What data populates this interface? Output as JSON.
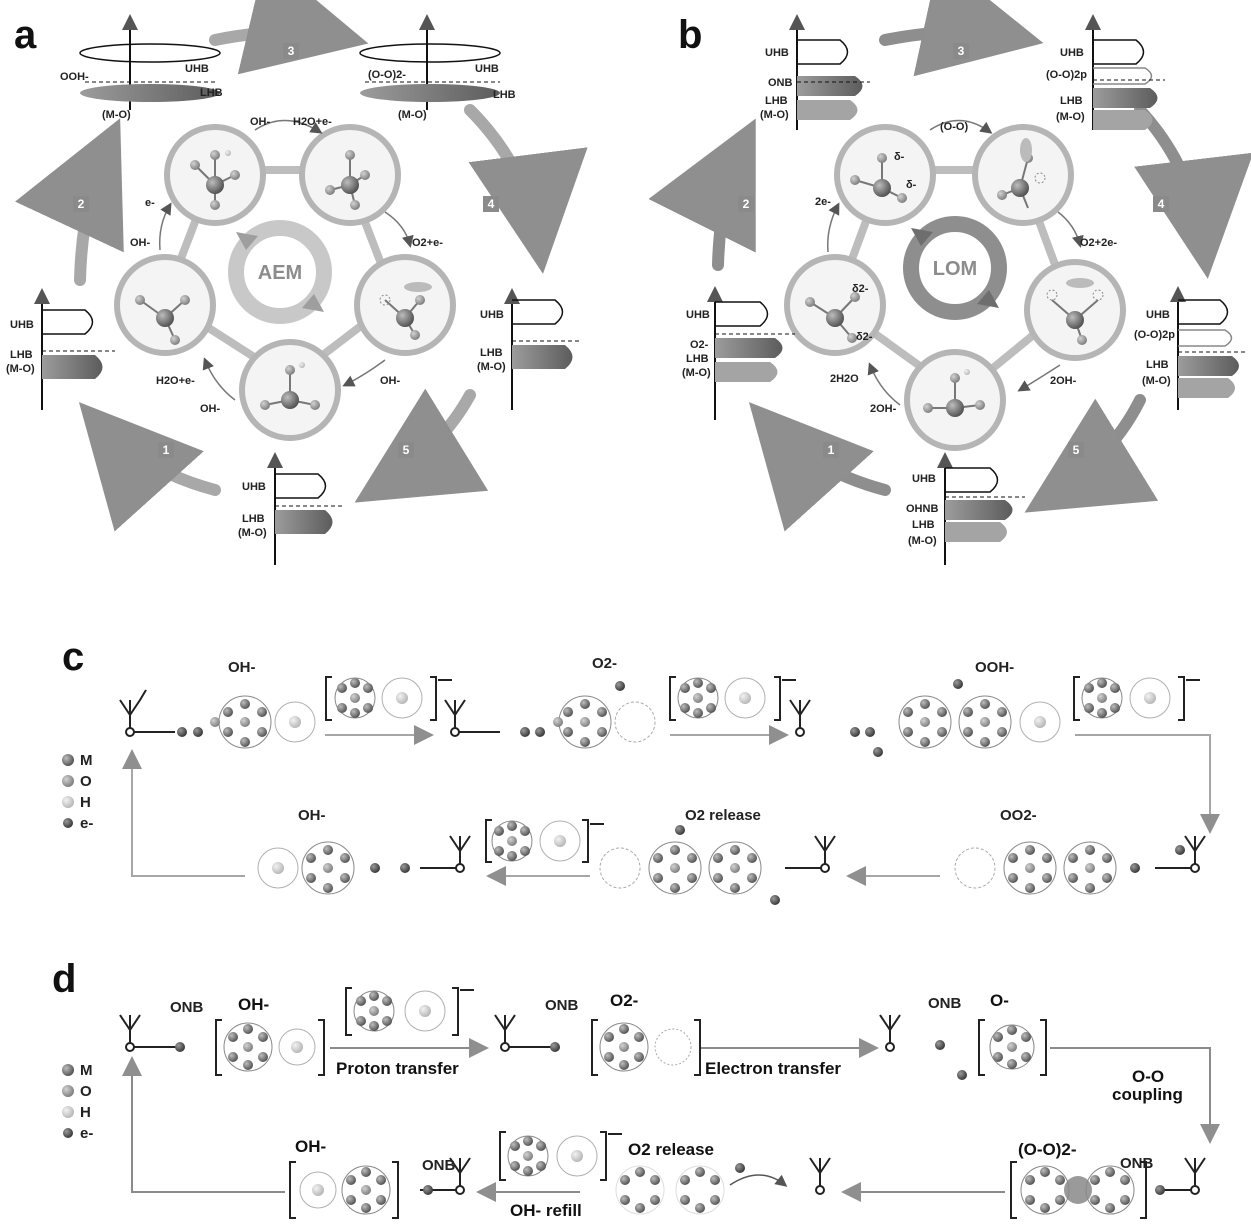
{
  "panels": {
    "a": {
      "letter": "a",
      "center": "AEM",
      "steps": [
        "1",
        "2",
        "3",
        "4",
        "5"
      ],
      "band": {
        "uhb": "UHB",
        "lhb": "LHB",
        "mo": "(M-O)",
        "ooh": "OOH-",
        "oo": "(O-O)2-"
      },
      "arrows": {
        "oh_top": "OH-",
        "h2o_top": "H2O+e-",
        "e_left": "e-",
        "oh_left": "OH-",
        "o2_right": "O2+e-",
        "oh_right": "OH-",
        "h2o_bot": "H2O+e-",
        "oh_bot": "OH-"
      }
    },
    "b": {
      "letter": "b",
      "center": "LOM",
      "steps": [
        "1",
        "2",
        "3",
        "4",
        "5"
      ],
      "band": {
        "uhb": "UHB",
        "lhb": "LHB",
        "mo": "(M-O)",
        "onb": "ONB",
        "oo": "(O-O)2p",
        "o2": "O2-",
        "ohnb": "OHNB"
      },
      "arrows": {
        "oo_top": "(O-O)",
        "e2_left": "2e-",
        "o2_right": "O2+2e-",
        "oh2_right": "2OH-",
        "h2o_bot": "2H2O",
        "oh2_bot": "2OH-"
      },
      "deltas": {
        "d1": "δ-",
        "d2": "δ-",
        "d3": "δ2-",
        "d4": "δ2-"
      }
    },
    "c": {
      "letter": "c",
      "legend": [
        "M",
        "O",
        "H",
        "e-"
      ],
      "labels": {
        "oh1": "OH-",
        "o2m": "O2-",
        "ooh": "OOH-",
        "ohr": "OH-",
        "o2rel": "O2 release",
        "oo2": "OO2-"
      }
    },
    "d": {
      "letter": "d",
      "legend": [
        "M",
        "O",
        "H",
        "e-"
      ],
      "labels": {
        "oh1": "OH-",
        "o2m": "O2-",
        "om": "O-",
        "proton": "Proton transfer",
        "electron": "Electron transfer",
        "oo_coupling_1": "O-O",
        "oo_coupling_2": "coupling",
        "o2rel": "O2 release",
        "ohrefill": "OH- refill",
        "oh2": "OH-",
        "oo2m": "(O-O)2-",
        "onb1": "ONB",
        "onb2": "ONB",
        "onb3": "ONB",
        "onb4": "ONB",
        "onb5": "ONB"
      }
    }
  },
  "colors": {
    "metal": "#5a5a5a",
    "oxygen": "#8a8a8a",
    "hydrogen": "#c4c4c4",
    "electron": "#4a4a4a",
    "arrow": "#9a9a9a",
    "ring": "#bdbdbd"
  }
}
